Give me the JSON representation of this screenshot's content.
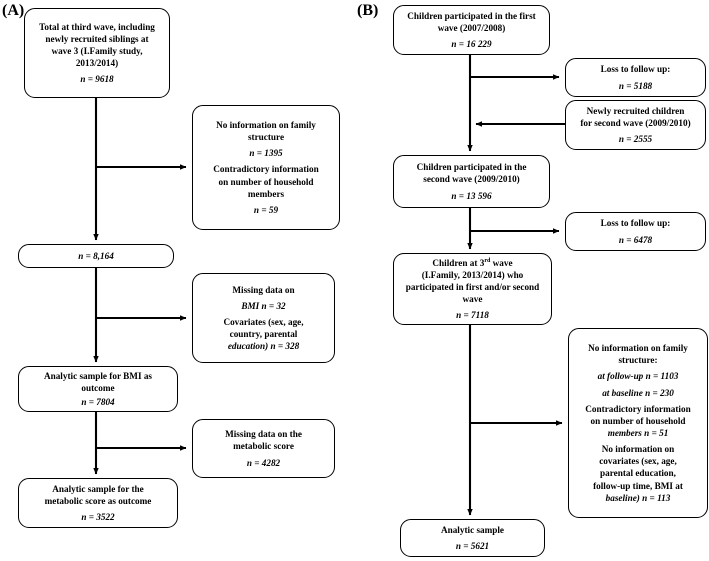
{
  "figure": {
    "type": "flowchart",
    "panels": [
      {
        "id": "A",
        "label": "(A)",
        "nodes": [
          {
            "name": "total-third-wave",
            "lines": [
              "Total at third wave, including",
              "newly recruited siblings at",
              "wave 3 (I.Family study,",
              "2013/2014)"
            ],
            "n_label": "n = 9618"
          },
          {
            "name": "exclusion-family-structure",
            "lines": [
              "No information on family",
              "structure"
            ],
            "n_label": "n = 1395",
            "lines2": [
              "Contradictory information",
              "on number of household",
              "members"
            ],
            "n_label2": "n = 59"
          },
          {
            "name": "remaining-8164",
            "lines": [],
            "n_label": "n = 8,164"
          },
          {
            "name": "exclusion-missing-bmi",
            "lines": [
              "Missing data on"
            ],
            "n_label": "BMI n = 32",
            "lines2": [
              "Covariates (sex, age,",
              "country, parental"
            ],
            "n_label2": "education) n = 328"
          },
          {
            "name": "analytic-sample-bmi",
            "lines": [
              "Analytic sample for BMI as",
              "outcome"
            ],
            "n_label": "n = 7804"
          },
          {
            "name": "exclusion-missing-metabolic",
            "lines": [
              "Missing data on the",
              "metabolic score"
            ],
            "n_label": "n = 4282"
          },
          {
            "name": "analytic-sample-metabolic",
            "lines": [
              "Analytic sample for the",
              "metabolic score as outcome"
            ],
            "n_label": "n = 3522"
          }
        ]
      },
      {
        "id": "B",
        "label": "(B)",
        "nodes": [
          {
            "name": "first-wave",
            "lines": [
              "Children participated in the first",
              "wave (2007/2008)"
            ],
            "n_label": "n = 16 229"
          },
          {
            "name": "loss-follow-up-1",
            "lines": [
              "Loss to follow up:"
            ],
            "n_label": "n = 5188"
          },
          {
            "name": "newly-recruited-second-wave",
            "lines": [
              "Newly recruited children",
              "for second wave (2009/2010)"
            ],
            "n_label": "n = 2555"
          },
          {
            "name": "second-wave",
            "lines": [
              "Children participated in the",
              "second wave (2009/2010)"
            ],
            "n_label": "n = 13 596"
          },
          {
            "name": "loss-follow-up-2",
            "lines": [
              "Loss to follow up:"
            ],
            "n_label": "n = 6478"
          },
          {
            "name": "third-wave",
            "lines_html": [
              "Children at 3<sup>rd</sup> wave",
              "(I.Family, 2013/2014) who",
              "participated in first and/or second",
              "wave"
            ],
            "n_label": "n = 7118"
          },
          {
            "name": "exclusion-family-structure-b",
            "lines": [
              "No information on family",
              "structure:"
            ],
            "n_label": "at follow-up n = 1103",
            "n_label_b": "at baseline n = 230",
            "lines2": [
              "Contradictory information",
              "on number of household"
            ],
            "n_label2": "members n = 51",
            "lines3": [
              "No information on",
              "covariates (sex, age,",
              "parental education,",
              "follow-up time, BMI at"
            ],
            "n_label3": "baseline) n = 113"
          },
          {
            "name": "analytic-sample-b",
            "lines": [
              "Analytic sample"
            ],
            "n_label": "n = 5621"
          }
        ]
      }
    ],
    "colors": {
      "stroke": "#000000",
      "background": "#ffffff",
      "text": "#000000"
    }
  }
}
